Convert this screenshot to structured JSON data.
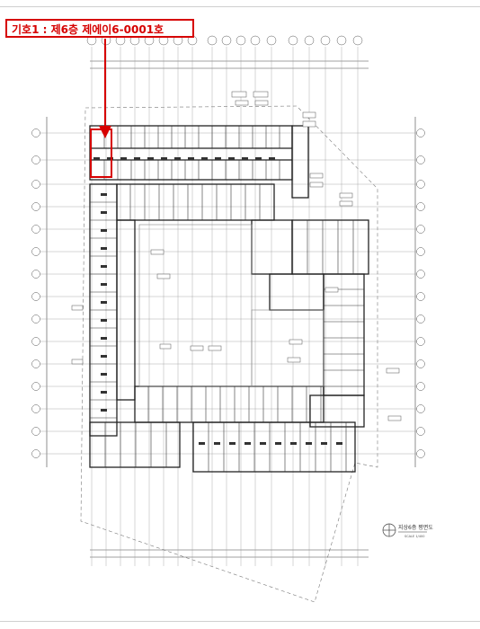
{
  "callout": {
    "label": "기호1 : 제6층 제에이6-0001호"
  },
  "legend": {
    "title": "지상6층 평면도",
    "scale": "SCALE 1/400"
  },
  "colors": {
    "accent": "#d60000",
    "line": "#555555",
    "wall": "#222222"
  },
  "icons": {
    "north": "north-arrow-icon"
  }
}
